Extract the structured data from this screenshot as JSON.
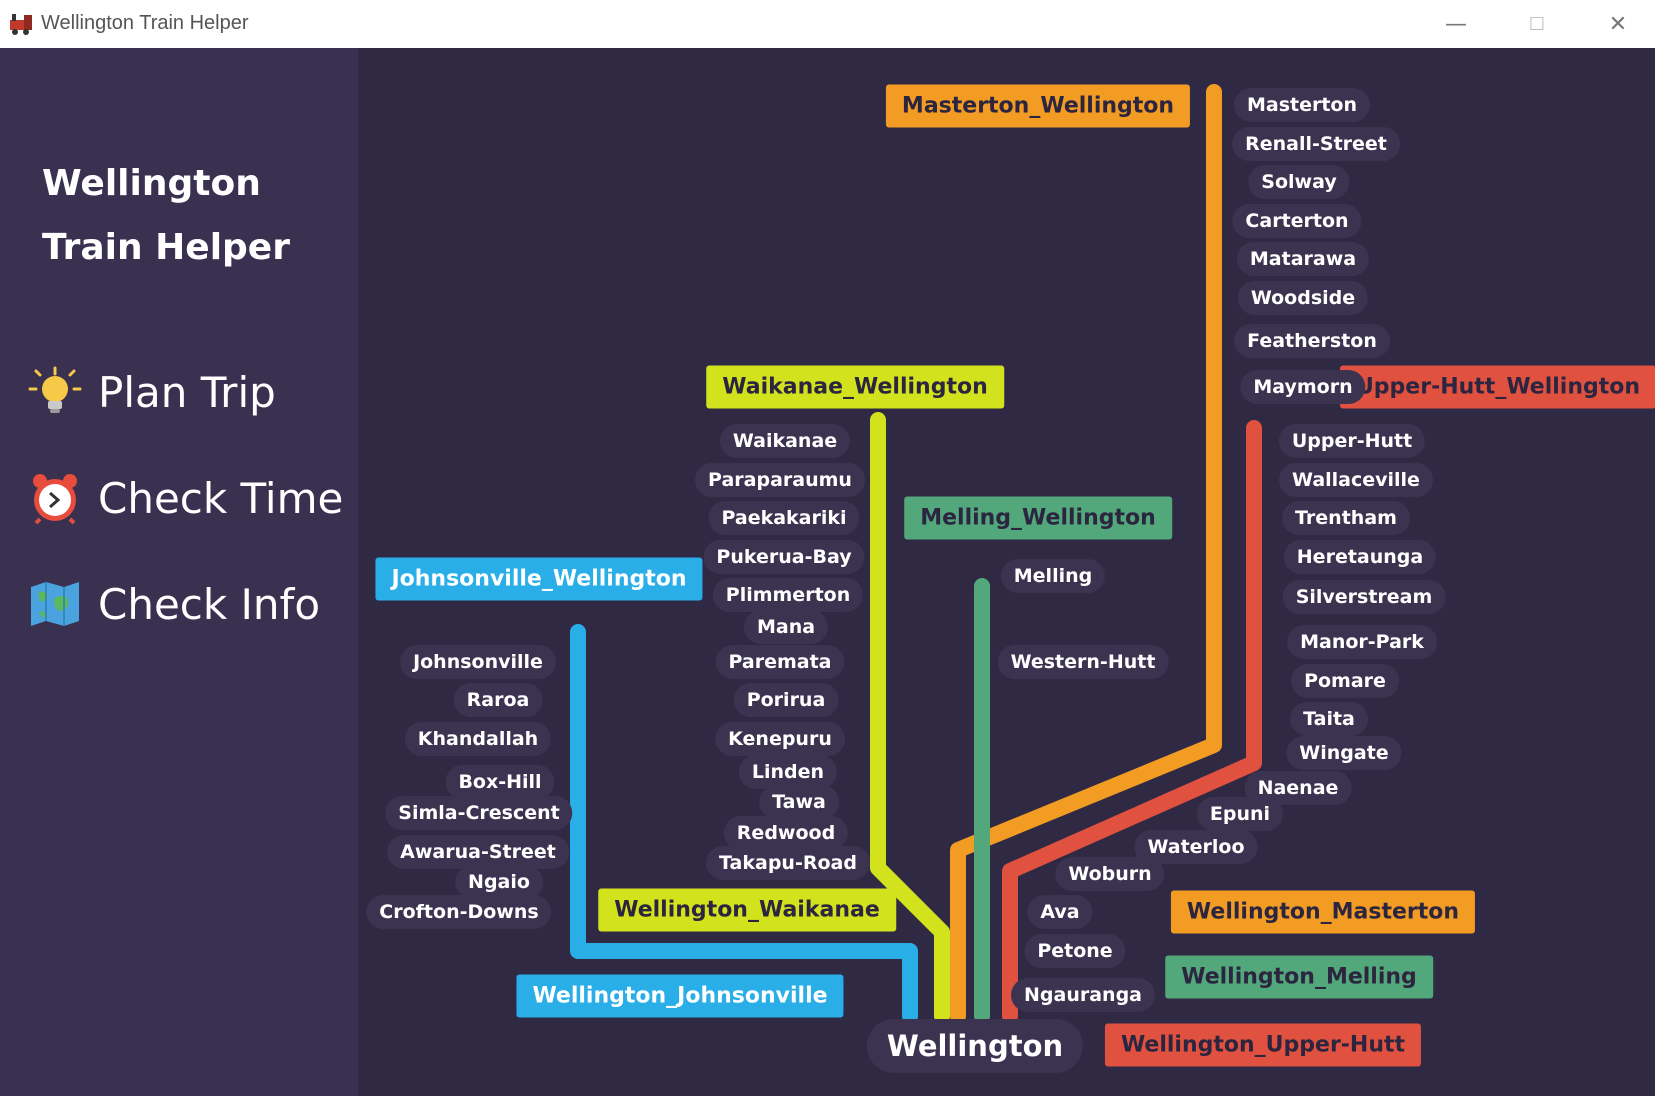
{
  "window": {
    "title": "Wellington Train Helper",
    "min_glyph": "—",
    "max_glyph": "☐",
    "close_glyph": "✕"
  },
  "sidebar": {
    "app_name_line1": "Wellington",
    "app_name_line2": "Train Helper",
    "items": [
      {
        "label": "Plan Trip",
        "icon": "lightbulb-icon"
      },
      {
        "label": "Check Time",
        "icon": "alarm-clock-icon"
      },
      {
        "label": "Check Info",
        "icon": "world-map-icon"
      }
    ]
  },
  "colors": {
    "masterton": "#f39c23",
    "upper_hutt": "#e05140",
    "waikanae": "#d2e21d",
    "melling": "#52a77b",
    "johnsonville": "#29aee8",
    "background": "#302943",
    "sidebar": "#3a3150",
    "station_pill": "#3b3350"
  },
  "routes": {
    "masterton_wellington": "Masterton_Wellington",
    "upper_hutt_wellington": "Upper-Hutt_Wellington",
    "waikanae_wellington": "Waikanae_Wellington",
    "melling_wellington": "Melling_Wellington",
    "johnsonville_wellington": "Johnsonville_Wellington",
    "wellington_waikanae": "Wellington_Waikanae",
    "wellington_johnsonville": "Wellington_Johnsonville",
    "wellington_masterton": "Wellington_Masterton",
    "wellington_melling": "Wellington_Melling",
    "wellington_upper_hutt": "Wellington_Upper-Hutt"
  },
  "stations": {
    "wellington": "Wellington",
    "masterton": [
      "Masterton",
      "Renall-Street",
      "Solway",
      "Carterton",
      "Matarawa",
      "Woodside",
      "Featherston",
      "Maymorn"
    ],
    "upper_hutt": [
      "Upper-Hutt",
      "Wallaceville",
      "Trentham",
      "Heretaunga",
      "Silverstream",
      "Manor-Park",
      "Pomare",
      "Taita",
      "Wingate",
      "Naenae",
      "Epuni",
      "Waterloo",
      "Woburn",
      "Ava",
      "Petone",
      "Ngauranga"
    ],
    "melling": [
      "Melling",
      "Western-Hutt"
    ],
    "waikanae": [
      "Waikanae",
      "Paraparaumu",
      "Paekakariki",
      "Pukerua-Bay",
      "Plimmerton",
      "Mana",
      "Paremata",
      "Porirua",
      "Kenepuru",
      "Linden",
      "Tawa",
      "Redwood",
      "Takapu-Road"
    ],
    "johnsonville": [
      "Johnsonville",
      "Raroa",
      "Khandallah",
      "Box-Hill",
      "Simla-Crescent",
      "Awarua-Street",
      "Ngaio",
      "Crofton-Downs"
    ]
  }
}
